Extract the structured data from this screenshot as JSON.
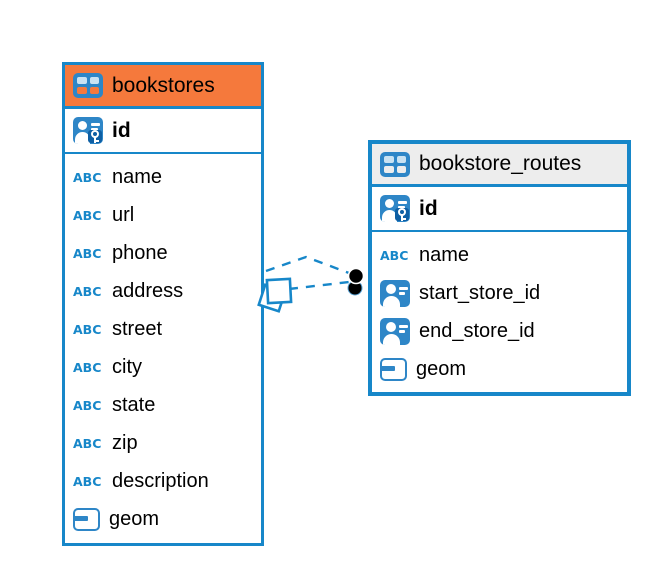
{
  "colors": {
    "background": "#ffffff",
    "accent_blue": "#1787c9",
    "icon_blue": "#2e86c7",
    "bookstores_header_orange": "#f5793c",
    "routes_header_gray": "#ededed",
    "text": "#000000",
    "connector_dot_black": "#000000"
  },
  "icons": {
    "text_type_label": "ABC"
  },
  "tables": [
    {
      "name": "bookstores",
      "primary_key": {
        "label": "id"
      },
      "columns": [
        {
          "label": "name",
          "type": "text"
        },
        {
          "label": "url",
          "type": "text"
        },
        {
          "label": "phone",
          "type": "text"
        },
        {
          "label": "address",
          "type": "text"
        },
        {
          "label": "street",
          "type": "text"
        },
        {
          "label": "city",
          "type": "text"
        },
        {
          "label": "state",
          "type": "text"
        },
        {
          "label": "zip",
          "type": "text"
        },
        {
          "label": "description",
          "type": "text"
        },
        {
          "label": "geom",
          "type": "geometry"
        }
      ]
    },
    {
      "name": "bookstore_routes",
      "primary_key": {
        "label": "id"
      },
      "columns": [
        {
          "label": "name",
          "type": "text"
        },
        {
          "label": "start_store_id",
          "type": "reference"
        },
        {
          "label": "end_store_id",
          "type": "reference"
        },
        {
          "label": "geom",
          "type": "geometry"
        }
      ]
    }
  ],
  "relationships": [
    {
      "from_table": "bookstores",
      "to_table": "bookstore_routes",
      "line_style": "dashed",
      "from_marker": "overlapping-diamonds",
      "to_marker": "filled-dot"
    },
    {
      "from_table": "bookstores",
      "to_table": "bookstore_routes",
      "line_style": "dashed",
      "from_marker": "overlapping-diamonds",
      "to_marker": "filled-dot"
    }
  ]
}
